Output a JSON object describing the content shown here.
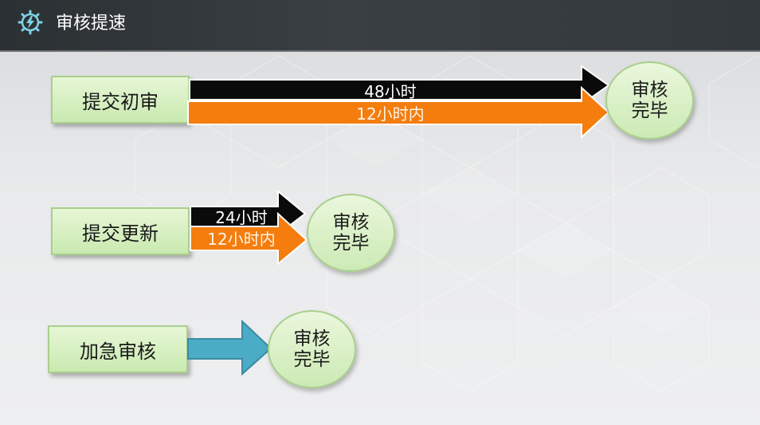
{
  "header": {
    "title": "审核提速",
    "icon": "lightning-gear-icon"
  },
  "rows": [
    {
      "start": "提交初审",
      "arrows": [
        {
          "label": "48小时",
          "color": "#0a0a0a"
        },
        {
          "label": "12小时内",
          "color": "#f47d0e"
        }
      ],
      "end": {
        "line1": "审核",
        "line2": "完毕"
      }
    },
    {
      "start": "提交更新",
      "arrows": [
        {
          "label": "24小时",
          "color": "#0a0a0a"
        },
        {
          "label": "12小时内",
          "color": "#f47d0e"
        }
      ],
      "end": {
        "line1": "审核",
        "line2": "完毕"
      }
    },
    {
      "start": "加急审核",
      "arrows": [
        {
          "color": "#4bacc6"
        }
      ],
      "end": {
        "line1": "审核",
        "line2": "完毕"
      }
    }
  ],
  "colors": {
    "header_bg": "#33383c",
    "box_fill": "#d5efc0",
    "black_arrow": "#0a0a0a",
    "orange_arrow": "#f47d0e",
    "blue_arrow": "#4bacc6"
  }
}
